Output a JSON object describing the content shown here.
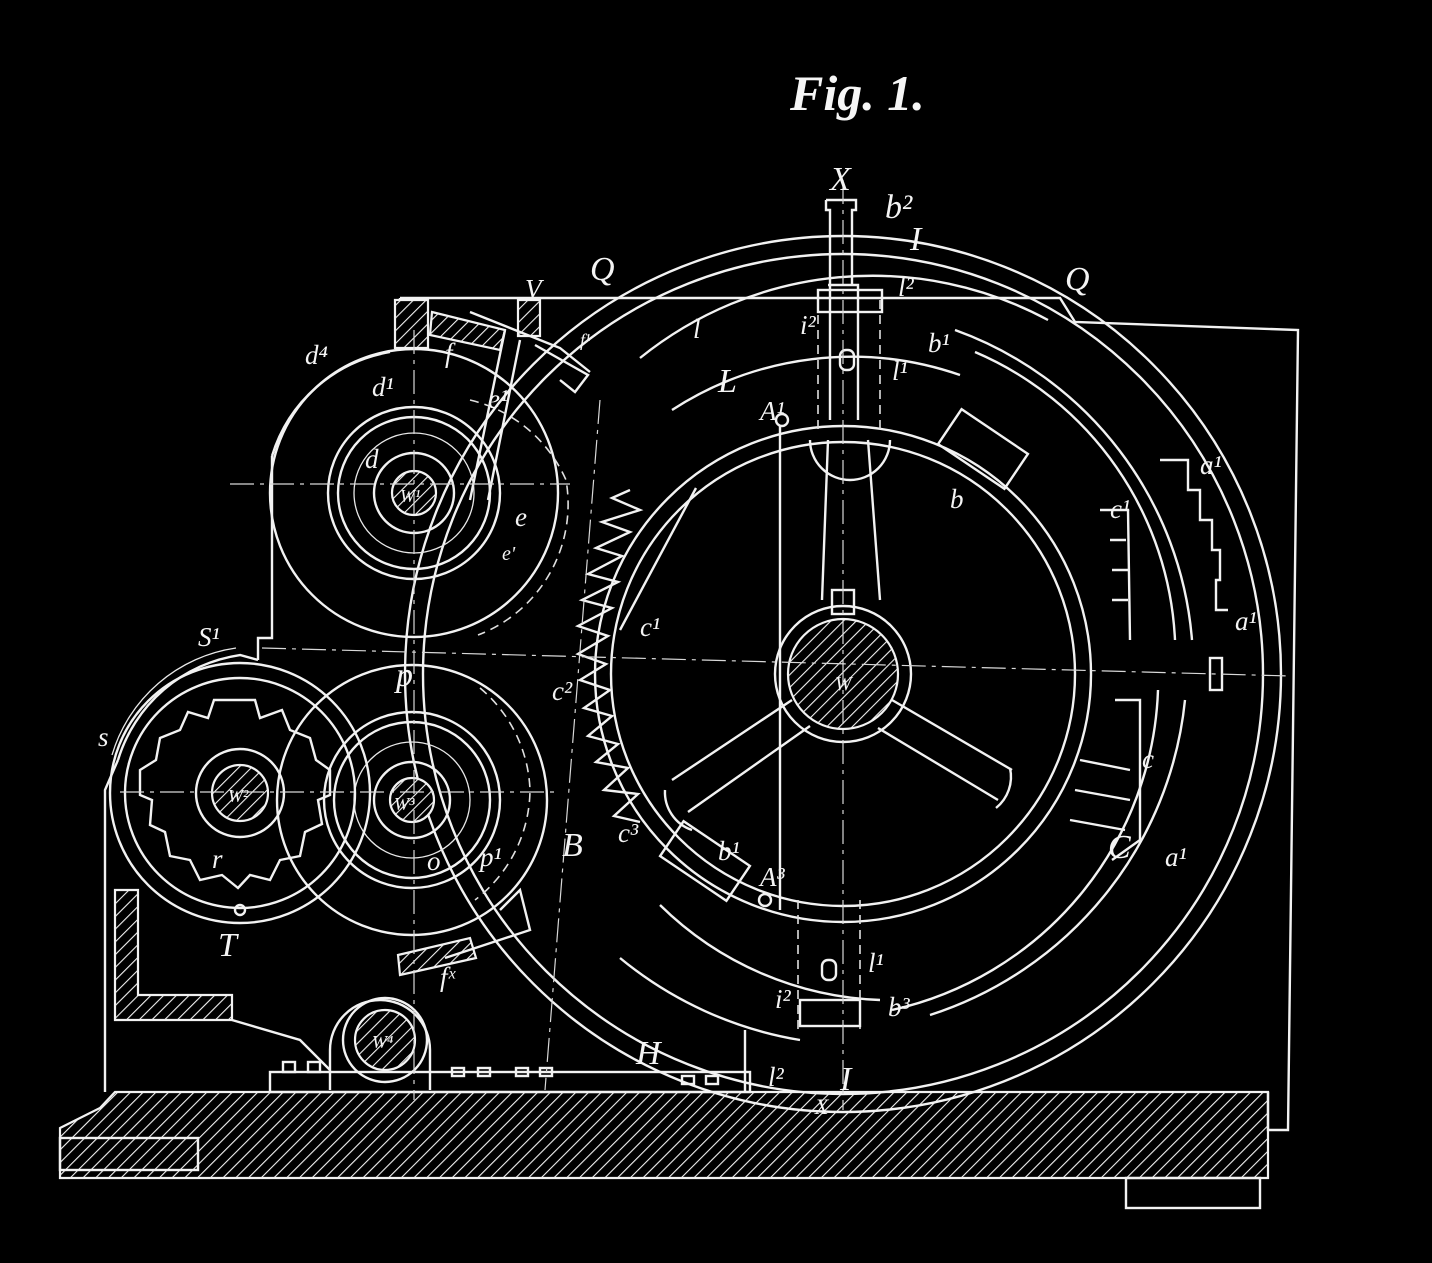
{
  "figure_title": "Fig. 1.",
  "colors": {
    "background": "#000000",
    "ink": "#f2f2f2"
  },
  "labels": {
    "X_top": "X",
    "X_bottom": "X",
    "Q_left": "Q",
    "Q_right": "Q",
    "V": "V",
    "b2": "b²",
    "I_top": "I",
    "I_bottom": "I",
    "l2_top": "l²",
    "i2_top": "i²",
    "l1_top": "l¹",
    "b1_top": "b¹",
    "l_small": "l",
    "L": "L",
    "A1": "A¹",
    "b_mid": "b",
    "a1_upper": "a¹",
    "a1_mid": "a¹",
    "a1_lower": "a¹",
    "c1_right": "c¹",
    "c_right": "c",
    "C_right": "C",
    "d4": "d⁴",
    "d1": "d¹",
    "d": "d",
    "f": "f",
    "f1": "f¹",
    "e1": "e¹",
    "e": "e",
    "e_prime": "e'",
    "W1": "W¹",
    "c1_teeth": "c¹",
    "c2_teeth": "c²",
    "c3_teeth": "c³",
    "W_main": "W",
    "S1": "S¹",
    "s": "s",
    "p": "p",
    "W2": "W²",
    "W3": "W³",
    "r": "r",
    "o": "o",
    "p1": "p¹",
    "B": "B",
    "T": "T",
    "b1_lower": "b¹",
    "A3": "A³",
    "l1_lower": "l¹",
    "b3": "b³",
    "i2_lower": "i²",
    "l2_lower": "l²",
    "fx": "fˣ",
    "W4": "W⁴",
    "H": "H"
  }
}
